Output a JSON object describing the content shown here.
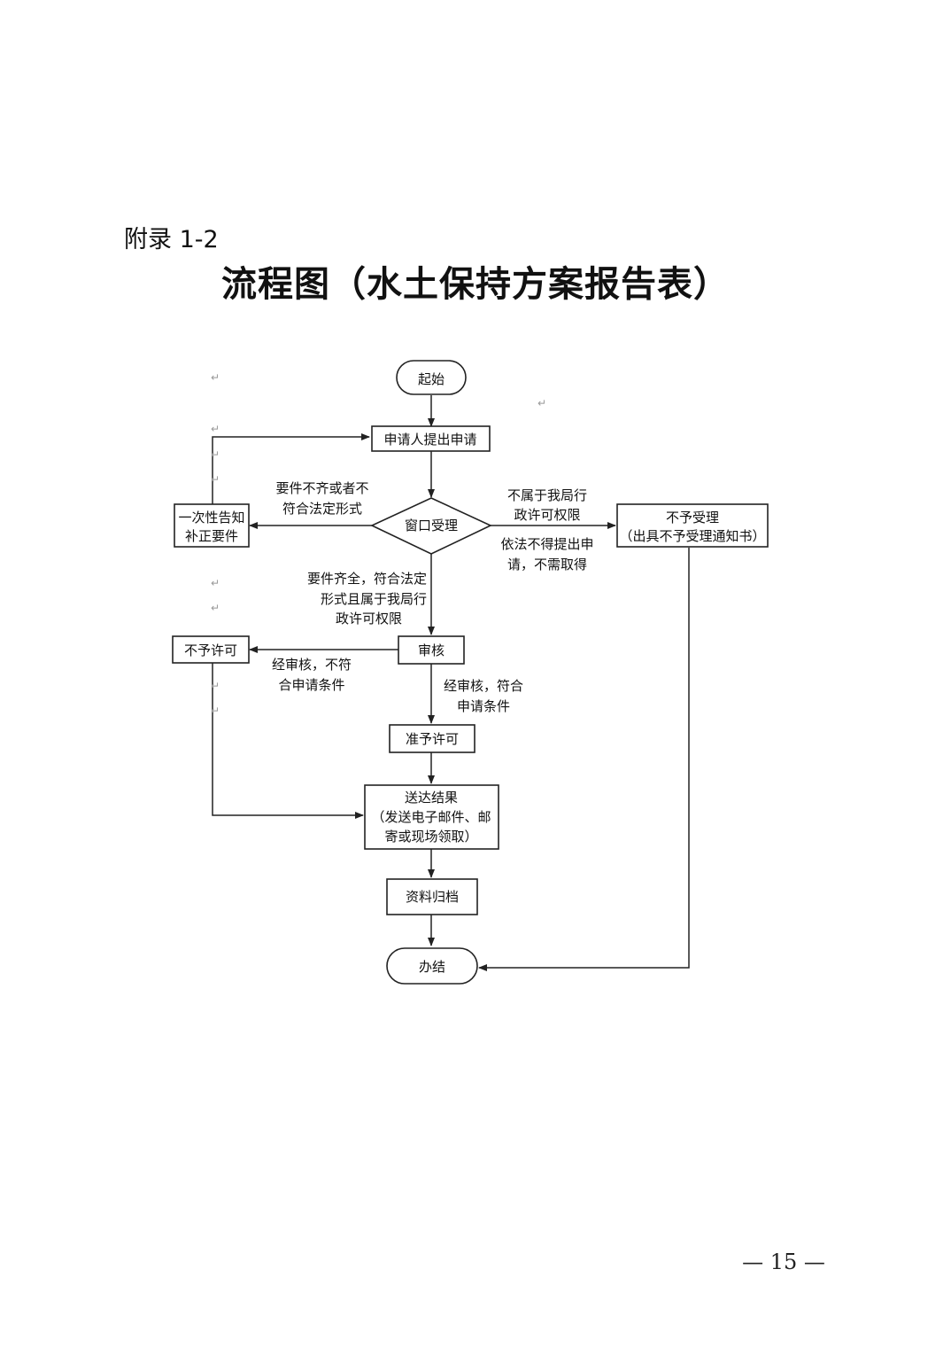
{
  "page": {
    "appendix": "附录 1-2",
    "title": "流程图（水土保持方案报告表）",
    "page_number": "— 15 —"
  },
  "diagram": {
    "nodes": {
      "start": [
        "起始"
      ],
      "apply": [
        "申请人提出申请"
      ],
      "window": [
        "窗口受理"
      ],
      "supplement": [
        "一次性告知",
        "补正要件"
      ],
      "reject_accept": [
        "不予受理",
        "（出具不予受理通知书）"
      ],
      "review": [
        "审核"
      ],
      "deny": [
        "不予许可"
      ],
      "approve": [
        "准予许可"
      ],
      "deliver": [
        "送达结果",
        "（发送电子邮件、邮",
        "寄或现场领取）"
      ],
      "archive": [
        "资料归档"
      ],
      "end": [
        "办结"
      ]
    },
    "edges": {
      "incomplete": [
        "要件不齐或者不",
        "符合法定形式"
      ],
      "not_jurisdiction": [
        "不属于我局行",
        "政许可权限"
      ],
      "not_required": [
        "依法不得提出申",
        "请，不需取得"
      ],
      "complete": [
        "要件齐全，符合法定",
        "形式且属于我局行",
        "政许可权限"
      ],
      "fail_review": [
        "经审核，不符",
        "合申请条件"
      ],
      "pass_review": [
        "经审核，符合",
        "申请条件"
      ]
    },
    "paragraph_mark": "↵"
  }
}
